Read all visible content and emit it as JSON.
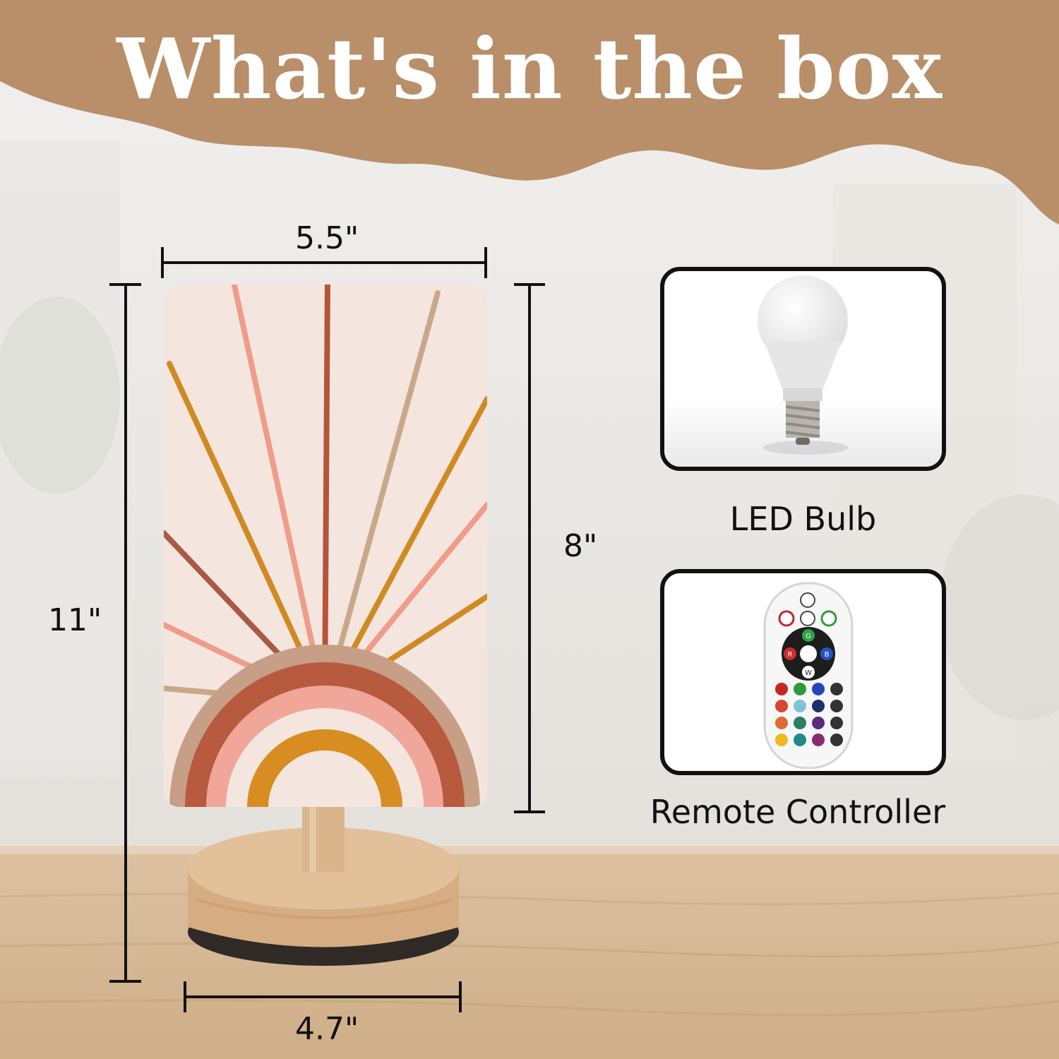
{
  "header": {
    "title": "What's in the box"
  },
  "dimensions": {
    "shade_width": "5.5\"",
    "total_height": "11\"",
    "shade_height": "8\"",
    "base_width": "4.7\""
  },
  "items": [
    {
      "label": "LED Bulb",
      "icon": "led-bulb-icon"
    },
    {
      "label": "Remote Controller",
      "icon": "remote-control-icon"
    }
  ],
  "remote": {
    "center_buttons": [
      "G",
      "R",
      "B",
      "W"
    ]
  },
  "colors": {
    "banner": "#b88f68",
    "card_border": "#111111",
    "wood": "#d9b48c"
  }
}
